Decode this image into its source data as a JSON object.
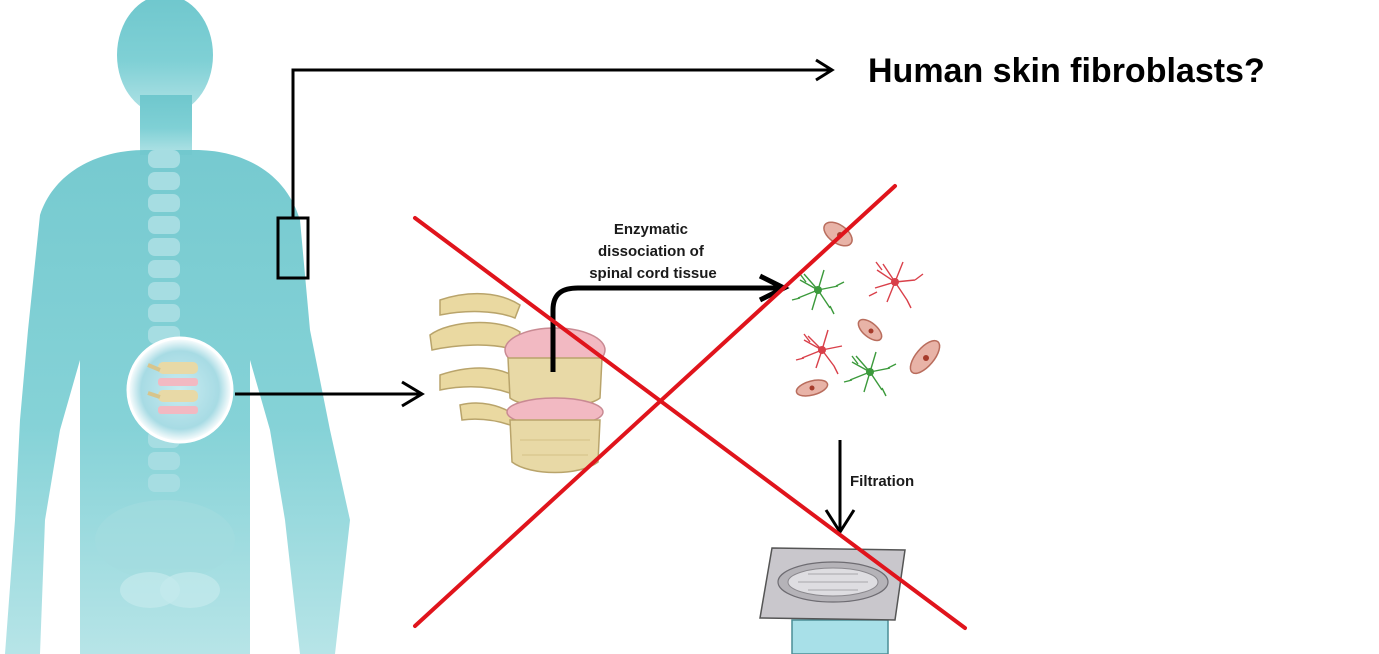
{
  "headline": "Human skin fibroblasts?",
  "dissociation_label": {
    "line1": "Enzymatic",
    "line2": "dissociation of",
    "line3": "spinal cord tissue"
  },
  "filtration_label": "Filtration",
  "colors": {
    "body_silhouette": "#7ecfd4",
    "spine": "#a6dde2",
    "cross_out": "#e0141c",
    "arrow": "#000000",
    "vertebra_bone": "#e8d9a6",
    "disc": "#f2b9c2",
    "astrocyte_red": "#d9404a",
    "astrocyte_green": "#3c9a3c",
    "fibroblast_body": "#d98a7a",
    "filter_tube": "#a8e0e8"
  },
  "icons": [
    "human-silhouette-icon",
    "vertebra-inset-icon",
    "vertebrae-icon",
    "cell-cluster-icon",
    "filter-device-icon",
    "red-cross-icon"
  ]
}
